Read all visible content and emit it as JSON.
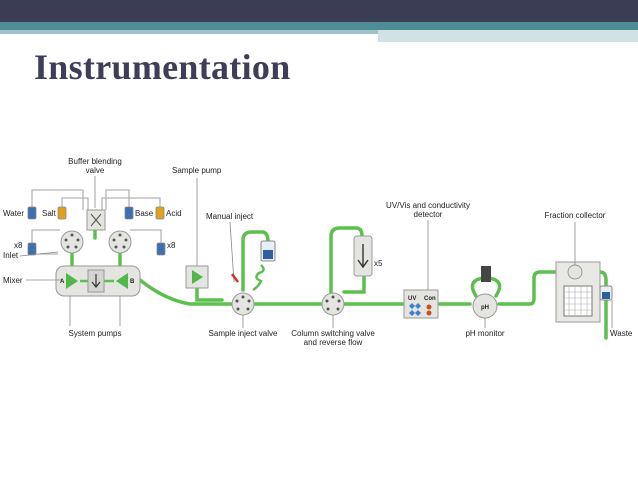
{
  "title": "Instrumentation",
  "labels": {
    "buffer_blending_1": "Buffer blending",
    "buffer_blending_2": "valve",
    "sample_pump": "Sample pump",
    "manual_inject": "Manual inject",
    "uv_detector_1": "UV/Vis and conductivity",
    "uv_detector_2": "detector",
    "fraction_collector": "Fraction collector",
    "water": "Water",
    "salt": "Salt",
    "base": "Base",
    "acid": "Acid",
    "x8_left": "x8",
    "x8_right": "x8",
    "x5": "x5",
    "inlet": "Inlet",
    "mixer": "Mixer",
    "system_pumps": "System pumps",
    "sample_inject_valve": "Sample inject valve",
    "column_switching_1": "Column switching valve",
    "column_switching_2": "and reverse flow",
    "ph_monitor": "pH monitor",
    "waste": "Waste",
    "pump_a": "A",
    "pump_b": "B",
    "uv_tag": "UV",
    "con_tag": "Con",
    "ph_tag": "pH"
  },
  "colors": {
    "tubing": "#5cbf4e",
    "module": "#e4e4e0",
    "header_dark": "#3b3d55",
    "header_teal": "#4f8d96",
    "title": "#3e3e58"
  }
}
